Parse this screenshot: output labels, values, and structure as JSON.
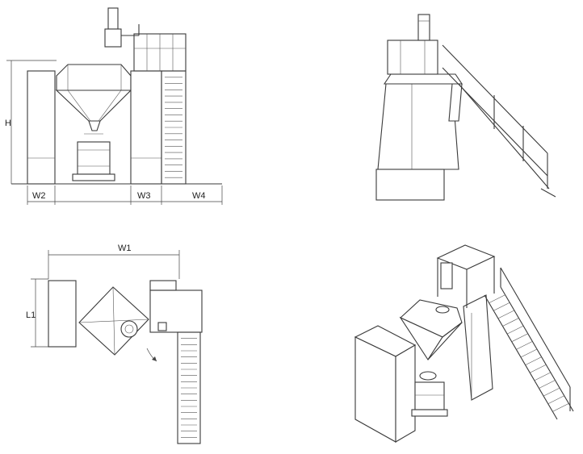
{
  "labels": {
    "h": "H",
    "w1": "W1",
    "w2": "W2",
    "w3": "W3",
    "w4": "W4",
    "l1": "L1"
  }
}
